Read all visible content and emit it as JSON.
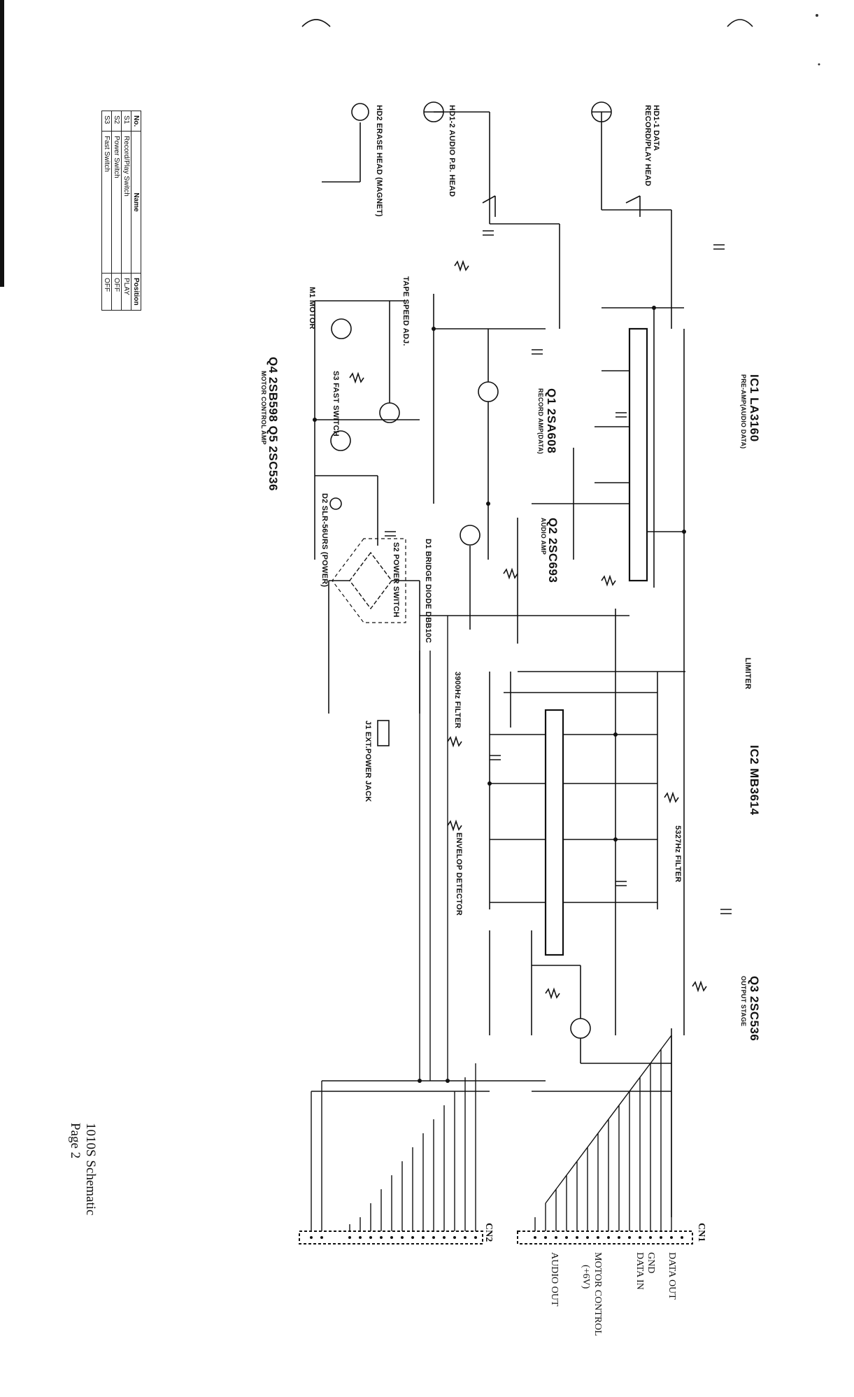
{
  "title": {
    "line1": "1010S Schematic",
    "line2": "Page 2"
  },
  "switch_table": {
    "headers": [
      "No.",
      "Name",
      "Position"
    ],
    "rows": [
      [
        "S1",
        "Record/Play Switch",
        "PLAY"
      ],
      [
        "S2",
        "Power Switch",
        "OFF"
      ],
      [
        "S3",
        "Fast Switch",
        "OFF"
      ]
    ]
  },
  "heads": {
    "hd1": "HD1-1 DATA RECORD/PLAY HEAD",
    "hd2": "HD1-2 AUDIO P.B. HEAD",
    "hd3": "HD2 ERASE HEAD (MAGNET)"
  },
  "ics": {
    "ic1_title": "IC1 LA3160",
    "ic1_sub": "PRE-AMP(AUDIO DATA)",
    "ic2_title": "IC2 MB3614",
    "q1_title": "Q1 2SA608",
    "q1_sub": "RECORD AMP(DATA)",
    "q2_title": "Q2 2SC693",
    "q2_sub": "AUDIO AMP",
    "q3_title": "Q3 2SC536",
    "q3_sub": "OUTPUT STAGE",
    "q45_title": "Q4 2SB598  Q5 2SC536",
    "q45_sub": "MOTOR CONTROL AMP"
  },
  "blocks": {
    "limiter": "LIMITER",
    "filter_3900": "3900Hz FILTER",
    "filter_5327": "5327Hz FILTER",
    "envelope": "ENVELOP DETECTOR",
    "bridge": "D1 BRIDGE DIODE DBB10C",
    "ext_jack": "J1 EXT.POWER JACK",
    "power_switch": "S2 POWER SWITCH",
    "fast_switch": "S3 FAST SWITCH",
    "tape_speed": "TAPE SPEED ADJ.",
    "motor": "M1 MOTOR",
    "led": "D2 SLR-56URS (POWER)"
  },
  "connectors": {
    "cn1": "CN1",
    "cn2": "CN2",
    "cn1_pins": [
      "DATA OUT",
      "GND",
      "DATA IN",
      "MOTOR CONTROL",
      "(+6V)",
      "AUDIO OUT"
    ]
  }
}
